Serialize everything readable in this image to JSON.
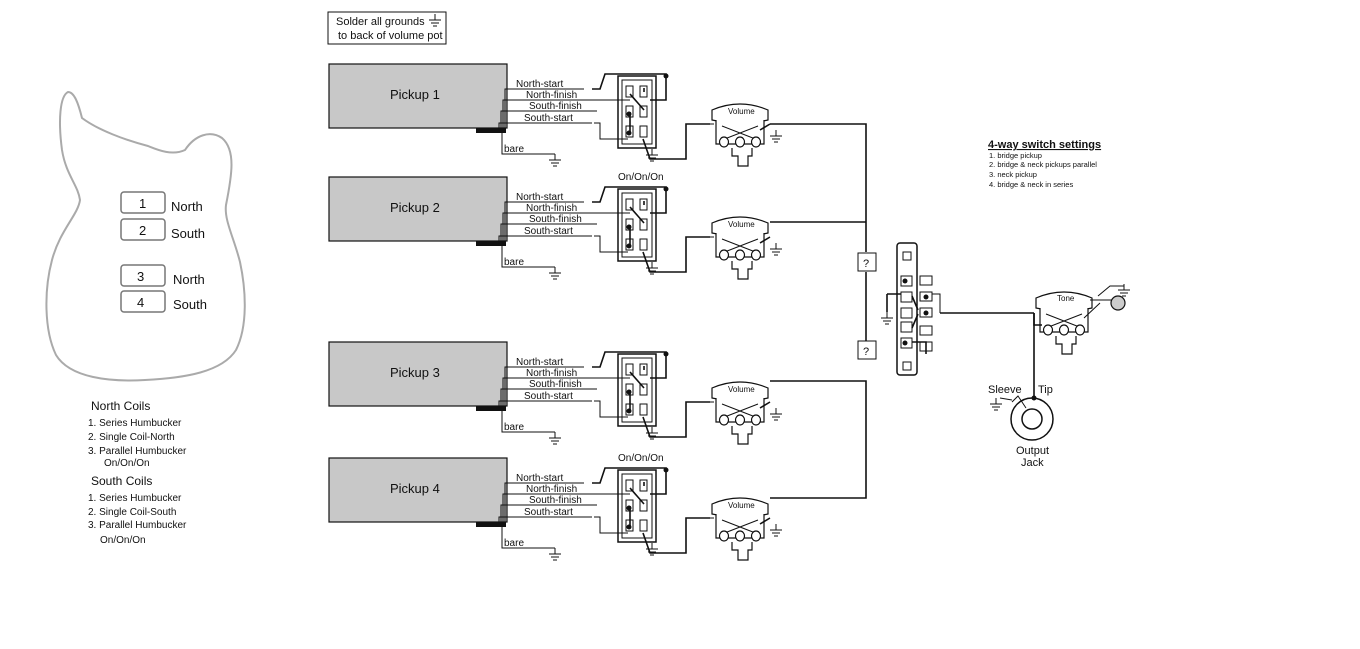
{
  "note": {
    "line1": "Solder all grounds",
    "line2": "to back of volume pot"
  },
  "body_positions": [
    {
      "num": "1",
      "coil": "North"
    },
    {
      "num": "2",
      "coil": "South"
    },
    {
      "num": "3",
      "coil": "North"
    },
    {
      "num": "4",
      "coil": "South"
    }
  ],
  "legend": {
    "north_title": "North Coils",
    "north_items": [
      "1. Series Humbucker",
      "2. Single Coil-North",
      "3. Parallel Humbucker"
    ],
    "north_switch": "On/On/On",
    "south_title": "South Coils",
    "south_items": [
      "1. Series Humbucker",
      "2. Single Coil-South",
      "3. Parallel Humbucker"
    ],
    "south_switch": "On/On/On"
  },
  "pickups": [
    {
      "label": "Pickup 1",
      "wires": [
        "North-start",
        "North-finish",
        "South-finish",
        "South-start"
      ],
      "bare": "bare",
      "switch_label": "",
      "volume_label": "Volume"
    },
    {
      "label": "Pickup 2",
      "wires": [
        "North-start",
        "North-finish",
        "South-finish",
        "South-start"
      ],
      "bare": "bare",
      "switch_label": "On/On/On",
      "volume_label": "Volume"
    },
    {
      "label": "Pickup 3",
      "wires": [
        "North-start",
        "North-finish",
        "South-finish",
        "South-start"
      ],
      "bare": "bare",
      "switch_label": "",
      "volume_label": "Volume"
    },
    {
      "label": "Pickup 4",
      "wires": [
        "North-start",
        "North-finish",
        "South-finish",
        "South-start"
      ],
      "bare": "bare",
      "switch_label": "On/On/On",
      "volume_label": "Volume"
    }
  ],
  "unknown_marks": [
    "?",
    "?"
  ],
  "switch_settings": {
    "title": "4-way switch settings",
    "items": [
      "1. bridge pickup",
      "2. bridge & neck pickups parallel",
      "3. neck pickup",
      "4. bridge & neck in series"
    ]
  },
  "tone_label": "Tone",
  "jack": {
    "sleeve": "Sleeve",
    "tip": "Tip",
    "line1": "Output",
    "line2": "Jack"
  }
}
